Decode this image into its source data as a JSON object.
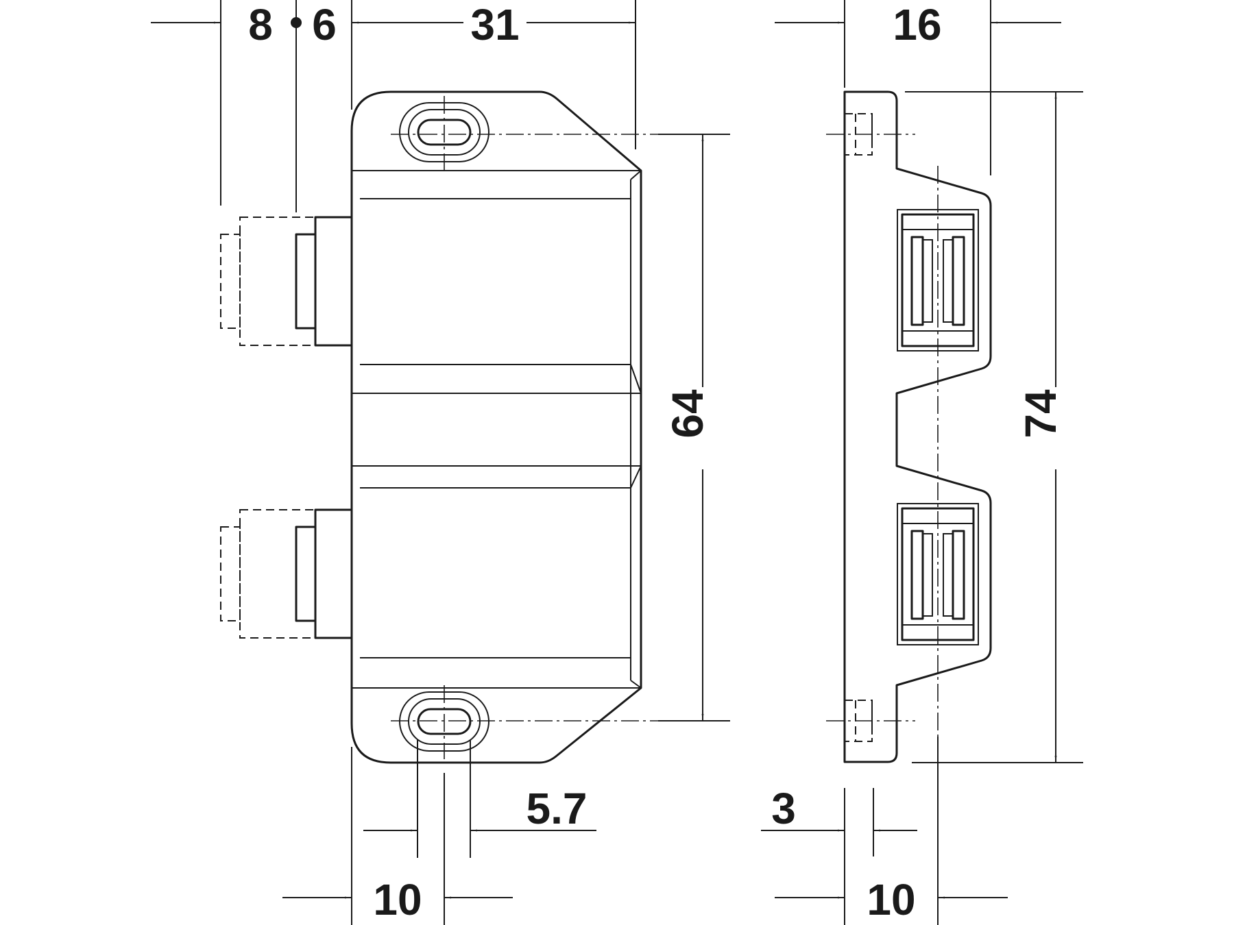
{
  "dimensions": {
    "offset_a": "8",
    "offset_b": "6",
    "front_width": "31",
    "side_depth": "16",
    "hole_pitch": "64",
    "overall_height": "74",
    "slot_width": "5.7",
    "hole_edge_distance": "10",
    "flange_thickness": "3",
    "catch_center_depth": "10"
  },
  "colors": {
    "line": "#1a1a1a",
    "background": "#ffffff"
  }
}
